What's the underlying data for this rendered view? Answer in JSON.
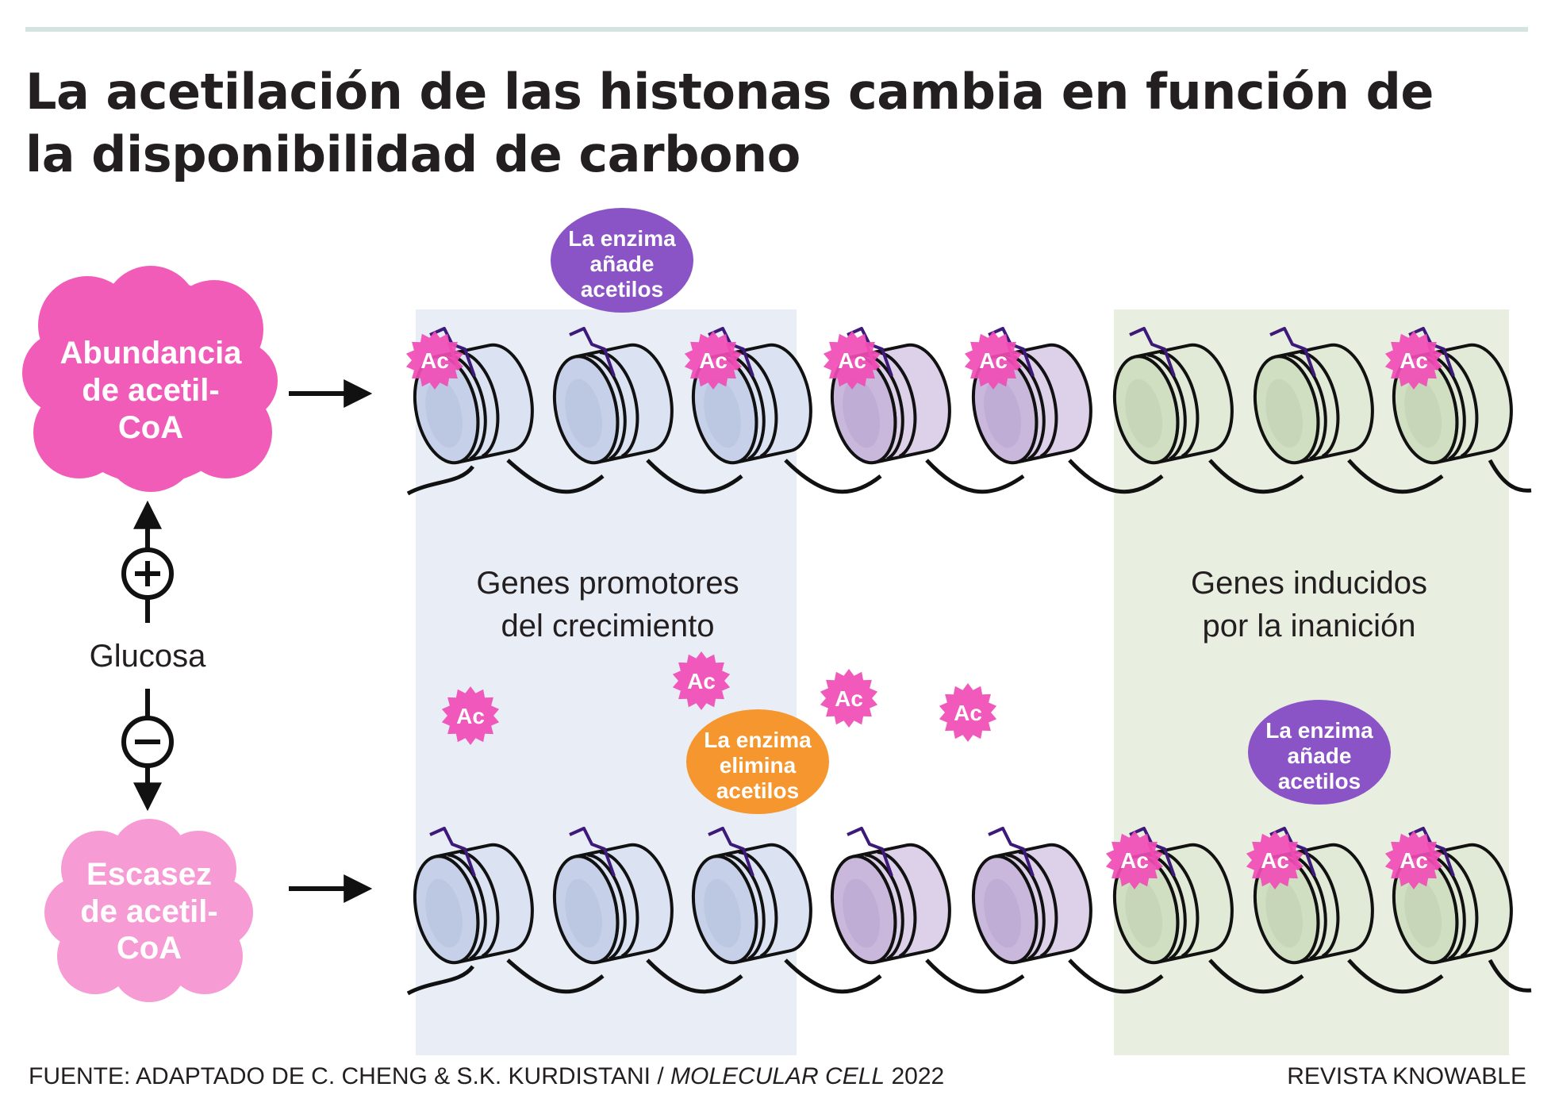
{
  "title": {
    "line1": "La acetilación de las histonas cambia en función de",
    "line2": "la disponibilidad de carbono"
  },
  "left_panel": {
    "abundance": [
      "Abundancia",
      "de acetil-",
      "CoA"
    ],
    "scarcity": [
      "Escasez",
      "de acetil-",
      "CoA"
    ],
    "glucose": "Glucosa",
    "plus_symbol": "+",
    "minus_symbol": "−"
  },
  "regions": {
    "growth_genes": [
      "Genes promotores",
      "del crecimiento"
    ],
    "starvation_genes": [
      "Genes inducidos",
      "por la inanición"
    ]
  },
  "labels": {
    "acetyl": "Ac",
    "enzyme_adds_top": [
      "La enzima",
      "añade",
      "acetilos"
    ],
    "enzyme_removes": [
      "La enzima",
      "elimina",
      "acetilos"
    ],
    "enzyme_adds_bottom": [
      "La enzima",
      "añade",
      "acetilos"
    ]
  },
  "footer": {
    "source_prefix": "FUENTE: ADAPTADO DE  C. CHENG & S.K. KURDISTANI / ",
    "source_journal": "MOLECULAR CELL",
    "source_year": " 2022",
    "credit": "REVISTA KNOWABLE"
  },
  "colors": {
    "title_text": "#231f20",
    "abundance_cloud": "#f25cb9",
    "scarcity_cloud": "#f69bd4",
    "acetyl_badge": "#f04cb5",
    "enzyme_add": "#8a54c6",
    "enzyme_remove": "#f5962f",
    "growth_band": "#e7ecf5",
    "starvation_band": "#e8eedf",
    "nucleosome_blue": "#c9d4ea",
    "nucleosome_purple": "#d3c6e2",
    "nucleosome_green": "#d4e3c8",
    "tail": "#3d1a7a"
  },
  "rows": {
    "top_acetylated": [
      true,
      false,
      true,
      true,
      true,
      false,
      false,
      true
    ],
    "bottom_acetylated": [
      false,
      false,
      false,
      false,
      false,
      true,
      true,
      true
    ],
    "colors": [
      "blue",
      "blue",
      "blue",
      "purple",
      "purple",
      "green",
      "green",
      "green"
    ]
  }
}
